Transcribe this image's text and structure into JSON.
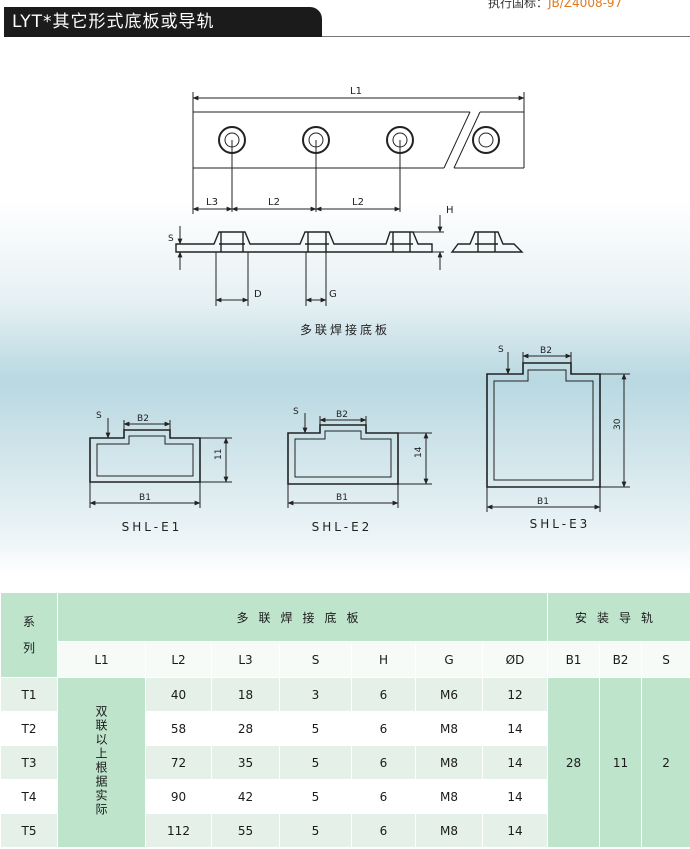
{
  "header": {
    "title": "LYT*其它形式底板或导轨",
    "standard_label": "执行国标：",
    "standard_code": "JB/Z4008-97"
  },
  "drawing": {
    "dims": {
      "L1": "L1",
      "L2a": "L2",
      "L2b": "L2",
      "L3": "L3",
      "H": "H",
      "S": "S",
      "D": "D",
      "G": "G",
      "B1": "B1",
      "B2": "B2",
      "h11": "11",
      "h14": "14",
      "h30": "30"
    },
    "caption_plate": "多联焊接底板",
    "profiles": [
      "SHL-E1",
      "SHL-E2",
      "SHL-E3"
    ]
  },
  "table": {
    "series_label": "系\n列",
    "group_plate": "多联焊接底板",
    "group_rail": "安装导轨",
    "plate_columns": [
      "L1",
      "L2",
      "L3",
      "S",
      "H",
      "G",
      "ØD"
    ],
    "rail_columns": [
      "B1",
      "B2",
      "S"
    ],
    "l1_note": "双联以上根据实际",
    "rows": [
      {
        "series": "T1",
        "L2": "40",
        "L3": "18",
        "S": "3",
        "H": "6",
        "G": "M6",
        "D": "12"
      },
      {
        "series": "T2",
        "L2": "58",
        "L3": "28",
        "S": "5",
        "H": "6",
        "G": "M8",
        "D": "14"
      },
      {
        "series": "T3",
        "L2": "72",
        "L3": "35",
        "S": "5",
        "H": "6",
        "G": "M8",
        "D": "14"
      },
      {
        "series": "T4",
        "L2": "90",
        "L3": "42",
        "S": "5",
        "H": "6",
        "G": "M8",
        "D": "14"
      },
      {
        "series": "T5",
        "L2": "112",
        "L3": "55",
        "S": "5",
        "H": "6",
        "G": "M8",
        "D": "14"
      }
    ],
    "rail_values": {
      "B1": "28",
      "B2": "11",
      "S": "2"
    }
  }
}
